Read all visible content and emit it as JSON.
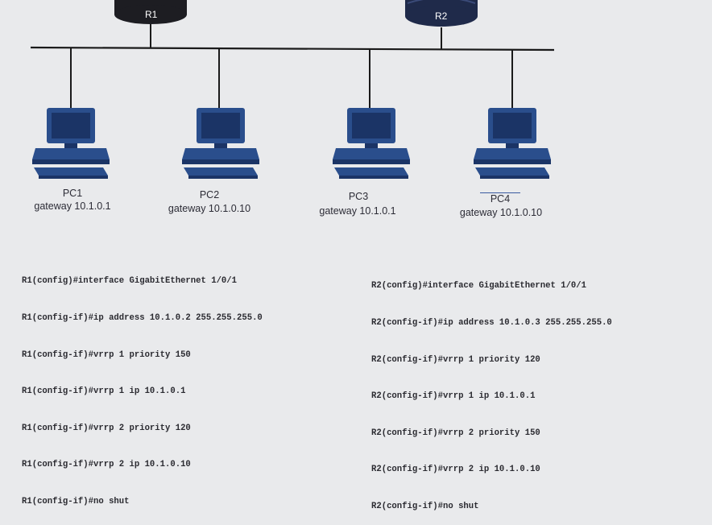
{
  "routers": [
    {
      "label": "R1"
    },
    {
      "label": "R2"
    }
  ],
  "pcs": [
    {
      "name": "PC1",
      "gateway": "gateway 10.1.0.1"
    },
    {
      "name": "PC2",
      "gateway": "gateway 10.1.0.10"
    },
    {
      "name": "PC3",
      "gateway": "gateway 10.1.0.1"
    },
    {
      "name": "PC4",
      "gateway": "gateway 10.1.0.10"
    }
  ],
  "cli_r1": [
    "R1(config)#interface GigabitEthernet 1/0/1",
    "R1(config-if)#ip address 10.1.0.2 255.255.255.0",
    "R1(config-if)#vrrp 1 priority 150",
    "R1(config-if)#vrrp 1 ip 10.1.0.1",
    "R1(config-if)#vrrp 2 priority 120",
    "R1(config-if)#vrrp 2 ip 10.1.0.10",
    "R1(config-if)#no shut"
  ],
  "cli_r2": [
    "R2(config)#interface GigabitEthernet 1/0/1",
    "R2(config-if)#ip address 10.1.0.3 255.255.255.0",
    "R2(config-if)#vrrp 1 priority 120",
    "R2(config-if)#vrrp 1 ip 10.1.0.1",
    "R2(config-if)#vrrp 2 priority 150",
    "R2(config-if)#vrrp 2 ip 10.1.0.10",
    "R2(config-if)#no shut"
  ],
  "colors": {
    "router_r1": "#1d1d22",
    "router_r2": "#1f2a4a",
    "pc_blue": "#2a4e8c",
    "pc_dark": "#1b3466",
    "bus_line": "#1a1a1a"
  }
}
